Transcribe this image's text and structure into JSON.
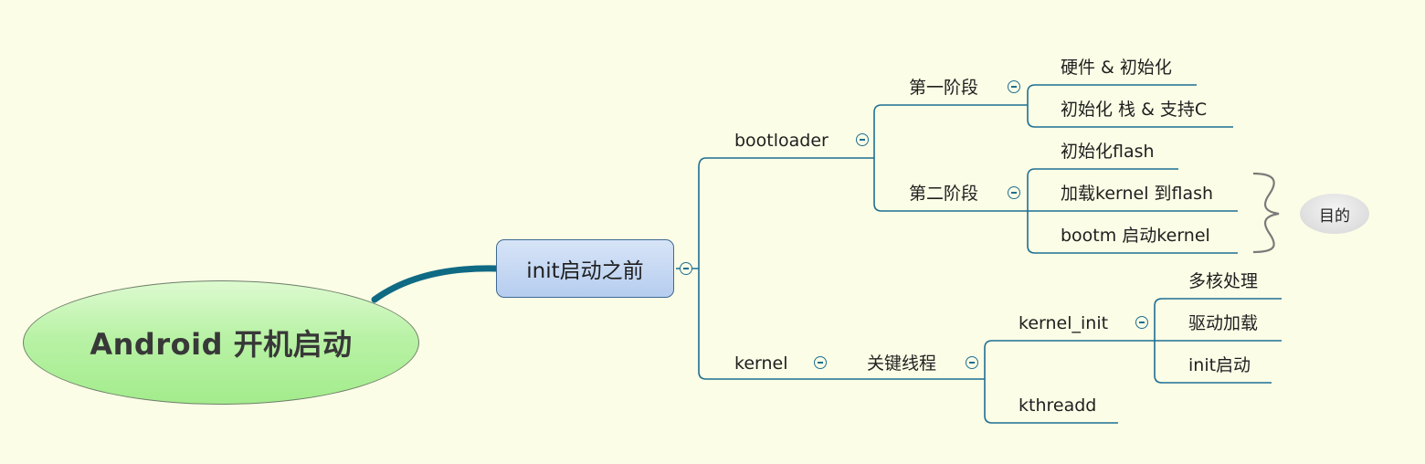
{
  "root": {
    "label": "Android 开机启动"
  },
  "main": {
    "label": "init启动之前"
  },
  "bootloader": {
    "label": "bootloader",
    "stage1": {
      "label": "第一阶段",
      "items": [
        "硬件 & 初始化",
        "初始化 栈 & 支持C"
      ]
    },
    "stage2": {
      "label": "第二阶段",
      "items": [
        "初始化flash",
        "加载kernel 到flash",
        "bootm 启动kernel"
      ]
    }
  },
  "kernel": {
    "label": "kernel",
    "key_threads": {
      "label": "关键线程",
      "kernel_init": {
        "label": "kernel_init",
        "items": [
          "多核处理",
          "驱动加载",
          "init启动"
        ]
      },
      "kthreadd": {
        "label": "kthreadd"
      }
    }
  },
  "callout": {
    "label": "目的"
  },
  "colors": {
    "line": "#1d6f94",
    "connector": "#0f6a84",
    "background": "#fcfde6"
  }
}
